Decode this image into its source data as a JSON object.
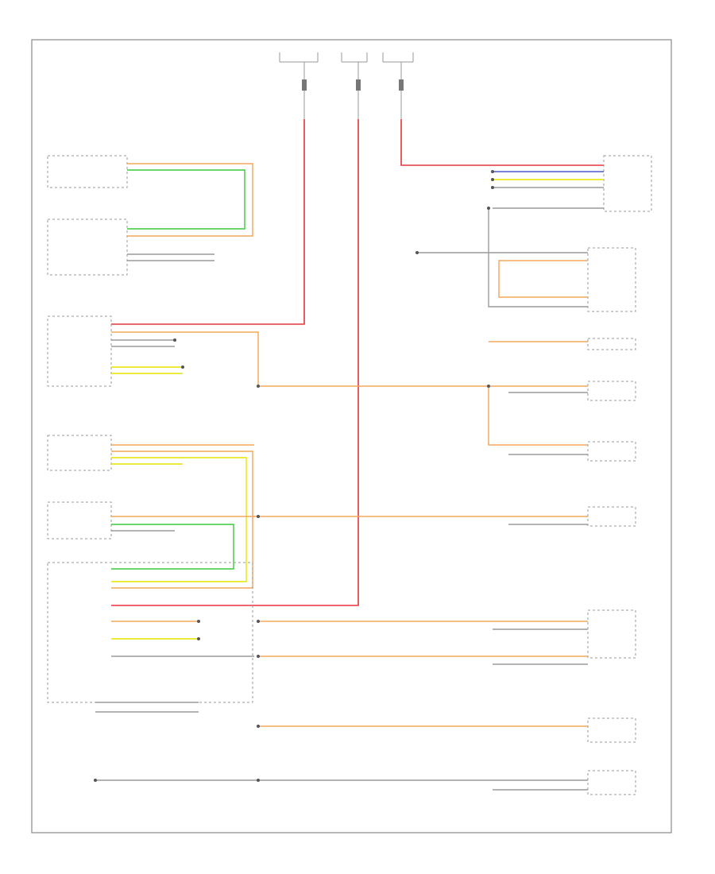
{
  "diagram": {
    "footer_code": "",
    "colors": {
      "border": "#888888",
      "wire_gray": "#9a9a9a",
      "wire_red": "#e8323c",
      "wire_orange": "#f2a65a",
      "wire_green": "#3cc83c",
      "wire_yellow": "#e6e600",
      "wire_blue": "#4a5ad0",
      "text": "#555555"
    },
    "top_fuse_labels": [
      "",
      "",
      ""
    ],
    "components": [
      {
        "id": "passenger-power-window",
        "label": ""
      },
      {
        "id": "passenger-door-module",
        "label": ""
      },
      {
        "id": "cluster",
        "label": ""
      },
      {
        "id": "dimmer-switch",
        "label": ""
      },
      {
        "id": "headlamp-switch",
        "label": ""
      },
      {
        "id": "body-control-module",
        "label": ""
      },
      {
        "id": "electronic-transmission-module",
        "label": ""
      },
      {
        "id": "transfer-case-switch",
        "label": ""
      },
      {
        "id": "steering-control-module",
        "label": ""
      },
      {
        "id": "steering-wheel-switch",
        "label": ""
      },
      {
        "id": "left-steering-wheel-switch",
        "label": ""
      },
      {
        "id": "left-heated-seat-switch",
        "label": ""
      },
      {
        "id": "right-heated-seat-switch",
        "label": ""
      },
      {
        "id": "fog-lamp-switch",
        "label": ""
      },
      {
        "id": "overhead-console-lamp",
        "label": ""
      },
      {
        "id": "center-console-lamp",
        "label": ""
      },
      {
        "id": "cigar-lighter",
        "label": ""
      }
    ]
  }
}
